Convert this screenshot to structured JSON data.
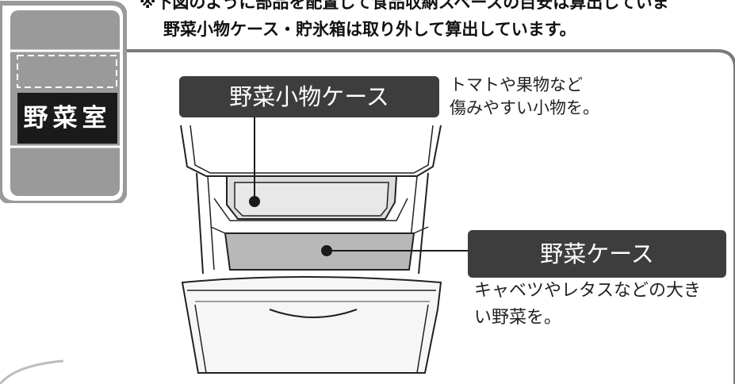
{
  "note": {
    "line1": "※下図のように部品を配置して食品収納スペースの目安は算出していま",
    "line2": "野菜小物ケース・貯氷箱は取り外して算出しています。"
  },
  "fridge_icon": {
    "compartment_label": "野菜室"
  },
  "callouts": {
    "small_case": {
      "label": "野菜小物ケース",
      "description_lines": [
        "トマトや果物など",
        "傷みやすい小物を。"
      ]
    },
    "vegetable_case": {
      "label": "野菜ケース",
      "description_lines": [
        "キャベツやレタスなどの大き",
        "い野菜を。"
      ]
    }
  },
  "colors": {
    "dark_label": "#3d3d3d",
    "icon_gray": "#9a9a9a",
    "case_gray": "#b8b8b8",
    "line": "#1a1a1a"
  }
}
